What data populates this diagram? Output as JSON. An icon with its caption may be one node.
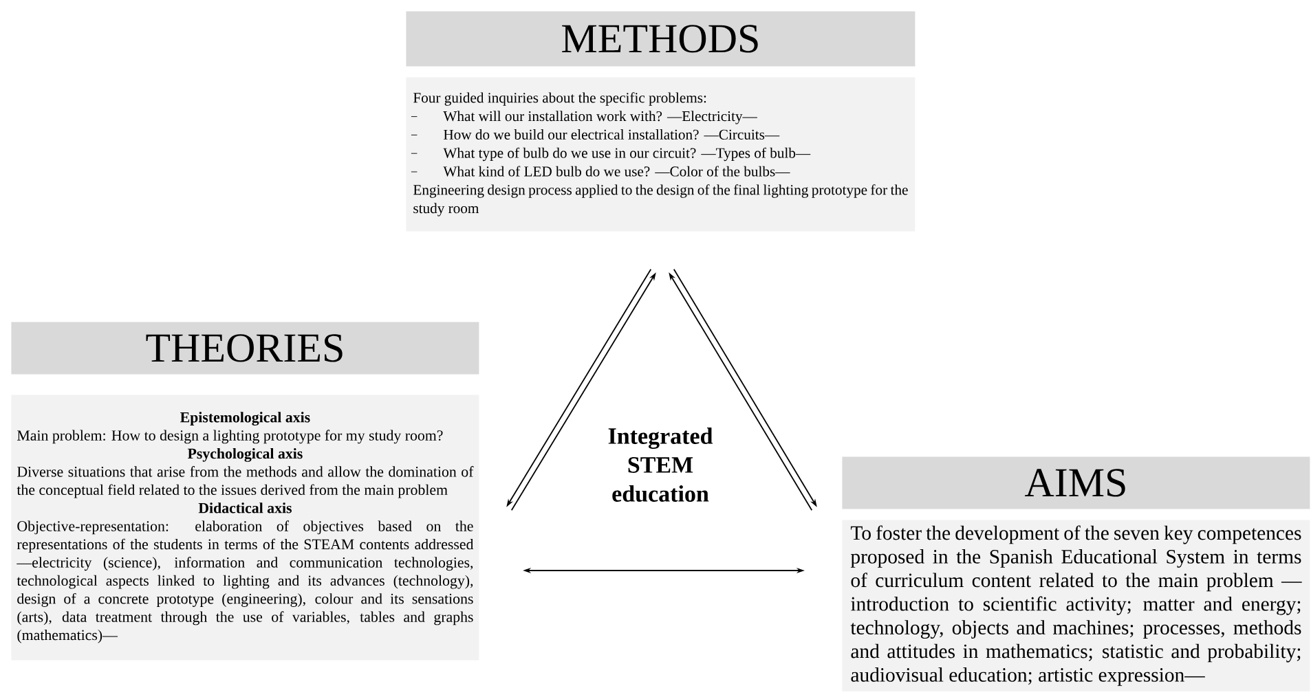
{
  "diagram": {
    "nodes": [
      {
        "text": [
          "METHODS"
        ]
      },
      {
        "text": [
          "Four guided inquiries about the specific problems:",
          "What will our installation work with? —Electricity—",
          "How do we build our electrical installation? —Circuits—",
          "What type of bulb do we use in our circuit? —Types of bulb—",
          "What kind of LED bulb do we use? —Color of the bulbs—",
          "Engineering design process applied to the design of the final lighting prototype for the study room"
        ]
      },
      {
        "text": [
          "THEORIES"
        ]
      },
      {
        "text": [
          "Epistemological axis",
          "Main problem: How to design a lighting prototype for my study room?",
          "Psychological axis",
          "Diverse situations that arise from the methods and allow the domination of the conceptual field related to the issues derived from the main problem",
          "Didactical axis",
          "Objective-representation: elaboration of objectives based on the representations of the students in terms of the STEAM contents addressed —electricity (science), information and communication technologies, technological aspects linked to lighting and its advances (technology), design of a concrete prototype (engineering), colour and its sensations (arts), data treatment through the use of variables, tables and graphs (mathematics)—"
        ]
      },
      {
        "text": [
          "AIMS"
        ]
      },
      {
        "text": [
          "To foster the development of the seven key competences proposed in the Spanish Educational System in terms of curriculum content related to the main problem —introduction to scientific activity; matter and energy; technology, objects and machines; processes, methods and attitudes in mathematics; statistic and probability; audiovisual education; artistic expression—"
        ]
      },
      {
        "text": [
          "Integrated STEM education"
        ]
      }
    ],
    "edges": [
      {
        "from": 3,
        "to": 1,
        "arrow": "to"
      },
      {
        "from": 1,
        "to": 3,
        "arrow": "to"
      },
      {
        "from": 4,
        "to": 1,
        "arrow": "to"
      },
      {
        "from": 1,
        "to": 4,
        "arrow": "to"
      },
      {
        "from": 3,
        "to": 5,
        "arrow": "both"
      }
    ]
  }
}
